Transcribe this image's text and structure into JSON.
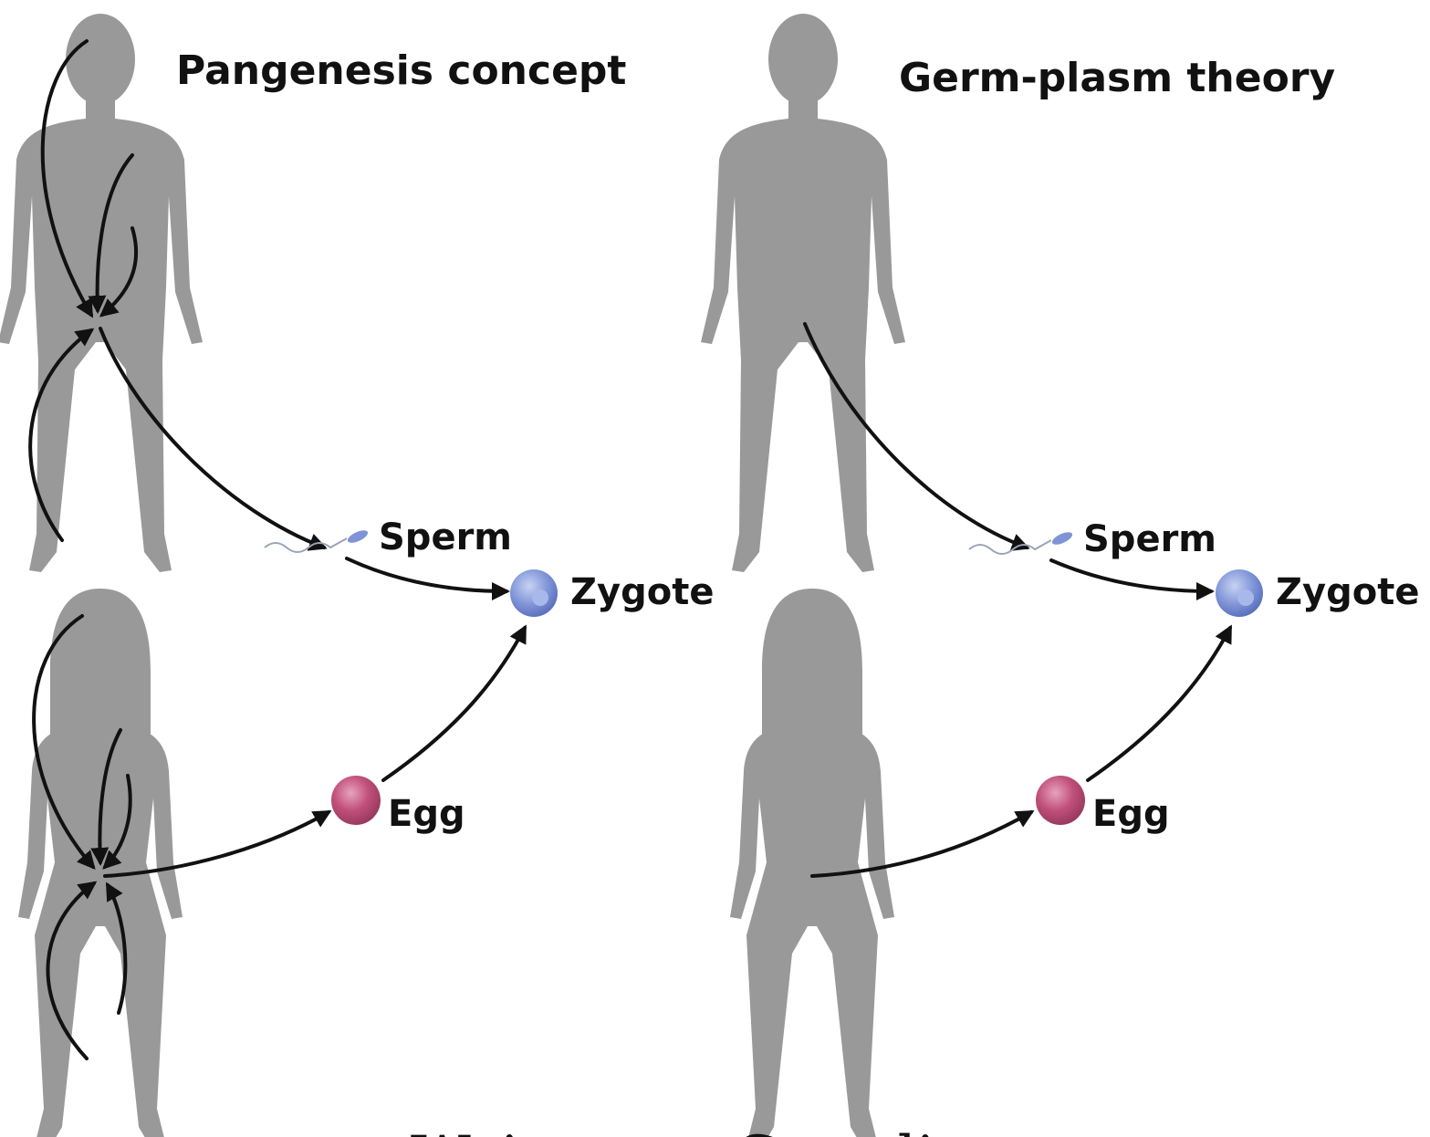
{
  "panels": [
    {
      "title": "Pangenesis concept"
    },
    {
      "title": "Germ-plasm theory"
    }
  ],
  "labels": {
    "sperm": "Sperm",
    "zygote": "Zygote",
    "egg": "Egg"
  },
  "caption": "Weismann Germline",
  "colors": {
    "silhouette": "#999999",
    "egg": "#c0507a",
    "zygote": "#7f93d6",
    "arrow": "#111111"
  }
}
